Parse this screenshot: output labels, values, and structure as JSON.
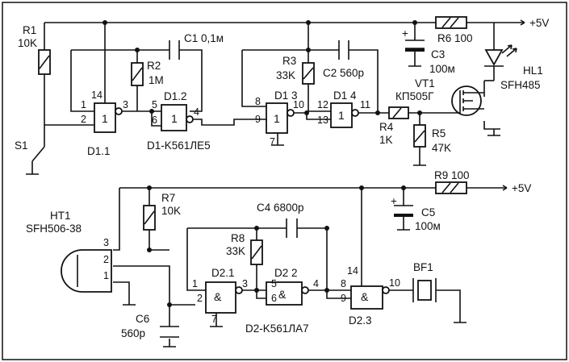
{
  "labels": {
    "r1_name": "R1",
    "r1_val": "10K",
    "c1": "C1 0,1м",
    "r2_name": "R2",
    "r2_val": "1M",
    "d1_1_name": "D1.1",
    "d1_2_name": "D1.2",
    "d1_type": "D1-K561ЛЕ5",
    "s1": "S1",
    "r3_name": "R3",
    "r3_val": "33K",
    "c2": "C2 560p",
    "d1_3_name": "D1 3",
    "d1_4_name": "D1 4",
    "c3_name": "C3",
    "c3_val": "100м",
    "r6": "R6 100",
    "vcc1": "+5V",
    "vcc2": "+5V",
    "hl1_name": "HL1",
    "hl1_type": "SFH485",
    "vt1_name": "VT1",
    "vt1_type": "КП505Г",
    "r4_name": "R4",
    "r4_val": "1K",
    "r5_name": "R5",
    "r5_val": "47K",
    "r7_name": "R7",
    "r7_val": "10K",
    "ht1_name": "HT1",
    "ht1_type": "SFH506-38",
    "c4": "C4 6800p",
    "r9": "R9 100",
    "c5_name": "C5",
    "c5_val": "100м",
    "r8_name": "R8",
    "r8_val": "33K",
    "d2_1_name": "D2.1",
    "d2_2_name": "D2 2",
    "d2_3_name": "D2.3",
    "d2_type": "D2-K561ЛА7",
    "bf1": "BF1",
    "c6_name": "C6",
    "c6_val": "560p",
    "plus": "+"
  },
  "pins": {
    "p14a": "14",
    "p1a": "1",
    "p2a": "2",
    "p3a": "3",
    "p5a": "5",
    "p6a": "6",
    "p4a": "4",
    "p8a": "8",
    "p9a": "9",
    "p7a": "7",
    "p10a": "10",
    "p12a": "12",
    "p13a": "13",
    "p11a": "11",
    "p3h": "3",
    "p2h": "2",
    "p1h": "1",
    "p1b": "1",
    "p2b": "2",
    "p3b": "3",
    "p7b": "7",
    "p5b": "5",
    "p6b": "6",
    "p4b": "4",
    "p8b": "8",
    "p9b": "9",
    "p14b": "14",
    "p10b": "10"
  },
  "gates": {
    "d1_sym": "1",
    "d2_sym": "&"
  }
}
